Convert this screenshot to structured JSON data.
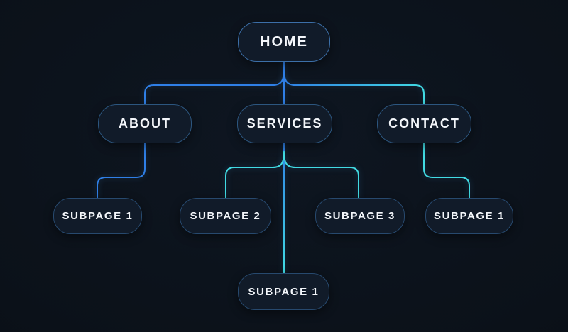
{
  "diagram": {
    "type": "sitemap-flowchart",
    "nodes": {
      "home": {
        "label": "HOME",
        "level": 1
      },
      "about": {
        "label": "ABOUT",
        "level": 2
      },
      "services": {
        "label": "SERVICES",
        "level": 2
      },
      "contact": {
        "label": "CONTACT",
        "level": 2
      },
      "subpage_about_1": {
        "label": "SUBPAGE 1",
        "level": 3
      },
      "subpage_services_2": {
        "label": "SUBPAGE 2",
        "level": 3
      },
      "subpage_services_3": {
        "label": "SUBPAGE 3",
        "level": 3
      },
      "subpage_contact_1": {
        "label": "SUBPAGE 1",
        "level": 3
      },
      "subpage_services_1": {
        "label": "SUBPAGE 1",
        "level": 3
      }
    },
    "edges": [
      {
        "from": "home",
        "to": "about"
      },
      {
        "from": "home",
        "to": "services"
      },
      {
        "from": "home",
        "to": "contact"
      },
      {
        "from": "about",
        "to": "subpage_about_1"
      },
      {
        "from": "services",
        "to": "subpage_services_2"
      },
      {
        "from": "services",
        "to": "subpage_services_3"
      },
      {
        "from": "services",
        "to": "subpage_services_1"
      },
      {
        "from": "contact",
        "to": "subpage_contact_1"
      }
    ]
  },
  "colors": {
    "background": "#0b1119",
    "box_fill": "#111b29",
    "box_border": "#2c567f",
    "box_border_bright": "#3c6fa8",
    "box_border_dim": "#27496e",
    "text": "#f3f6fa",
    "line_blue": "#2f7fe6",
    "line_cyan": "#41dbe3"
  }
}
